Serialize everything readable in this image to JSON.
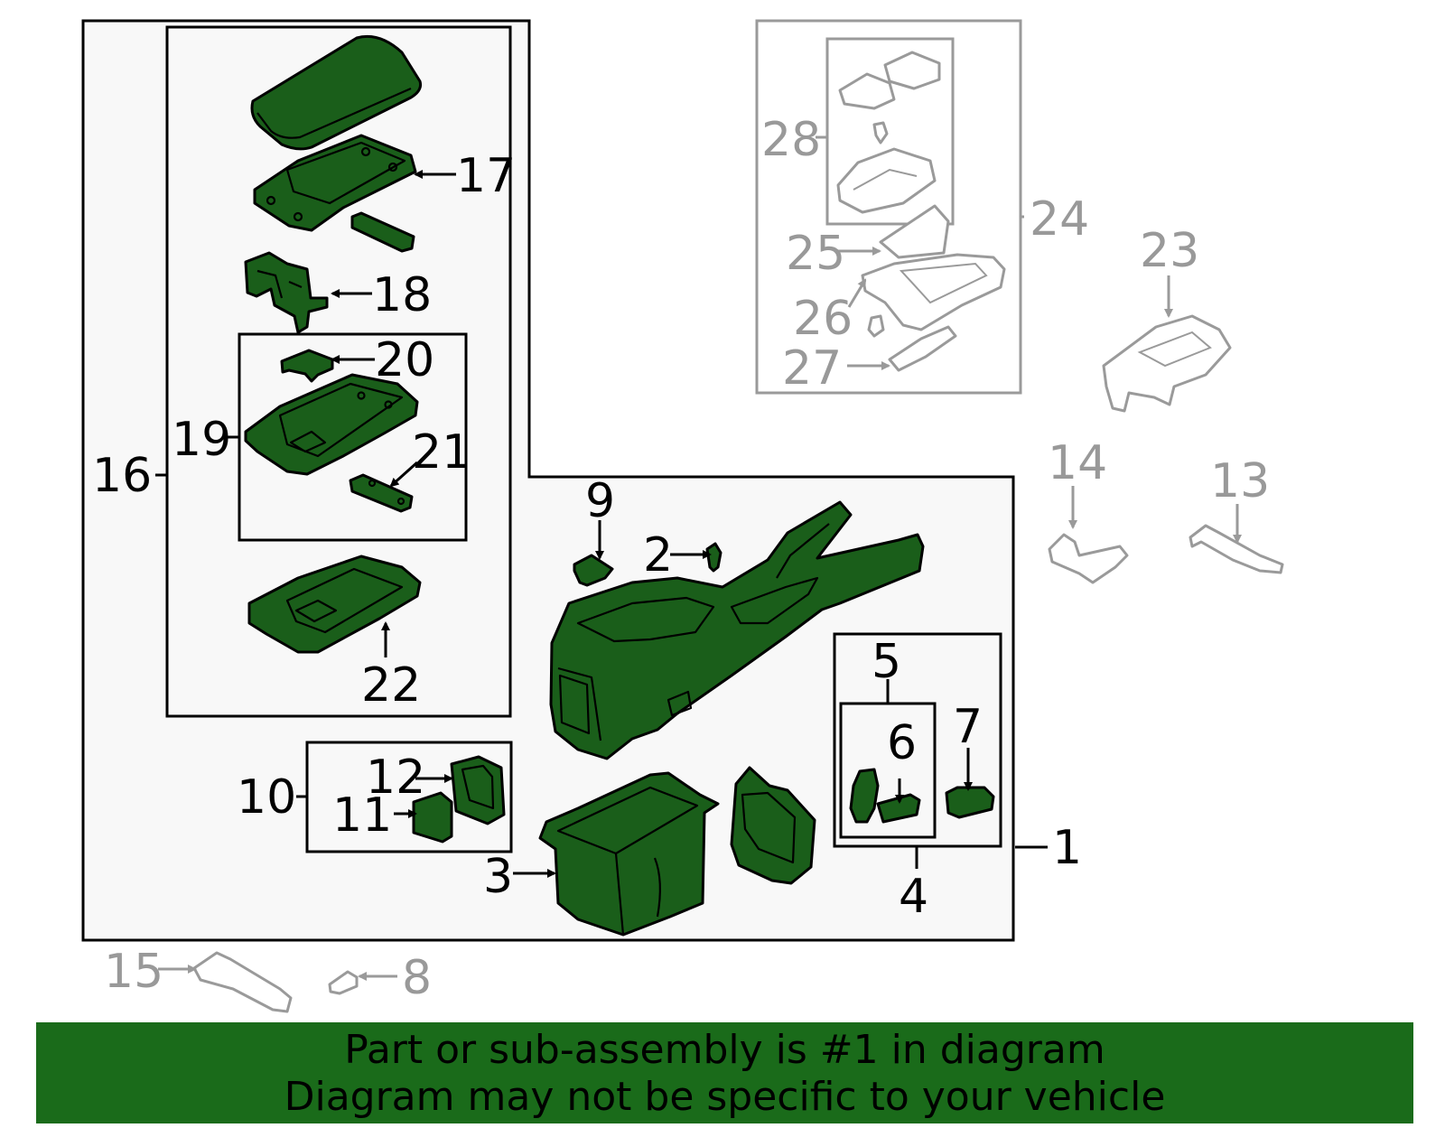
{
  "colors": {
    "highlight": "#1a5e1a",
    "banner": "#1a6b1a",
    "muted": "#999999",
    "panel": "#f8f8f8"
  },
  "callouts": {
    "c1": "1",
    "c2": "2",
    "c3": "3",
    "c4": "4",
    "c5": "5",
    "c6": "6",
    "c7": "7",
    "c8": "8",
    "c9": "9",
    "c10": "10",
    "c11": "11",
    "c12": "12",
    "c13": "13",
    "c14": "14",
    "c15": "15",
    "c16": "16",
    "c17": "17",
    "c18": "18",
    "c19": "19",
    "c20": "20",
    "c21": "21",
    "c22": "22",
    "c23": "23",
    "c24": "24",
    "c25": "25",
    "c26": "26",
    "c27": "27",
    "c28": "28"
  },
  "banner": {
    "line1": "Part or sub-assembly is #1 in diagram",
    "line2": "Diagram may not be specific to your vehicle"
  }
}
